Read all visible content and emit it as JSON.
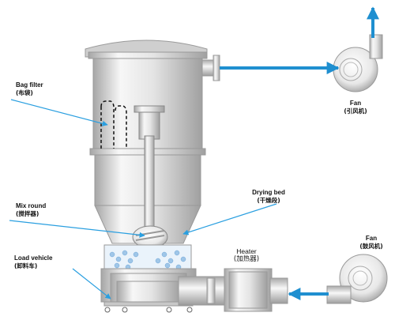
{
  "labels": {
    "bag_filter": {
      "en": "Bag  filter",
      "zh": "(布袋)"
    },
    "mix_round": {
      "en": "Mix round",
      "zh": "(搅拌器)"
    },
    "load_vehicle": {
      "en": "Load vehicle",
      "zh": "(卸料车)"
    },
    "drying_bed": {
      "en": "Drying bed",
      "zh": "(干燥段)"
    },
    "heater": {
      "en": "Heater",
      "zh": "(加热器)"
    },
    "fan_exhaust": {
      "en": "Fan",
      "zh": "(引风机)"
    },
    "fan_blower": {
      "en": "Fan",
      "zh": "(鼓风机)"
    }
  },
  "colors": {
    "flow_arrow": "#1f8fd0",
    "leader_line": "#2a9fe0",
    "equipment_light": "#f4f4f4",
    "equipment_dark": "#a9a9a9",
    "product_granules": "#9fc6e8"
  }
}
